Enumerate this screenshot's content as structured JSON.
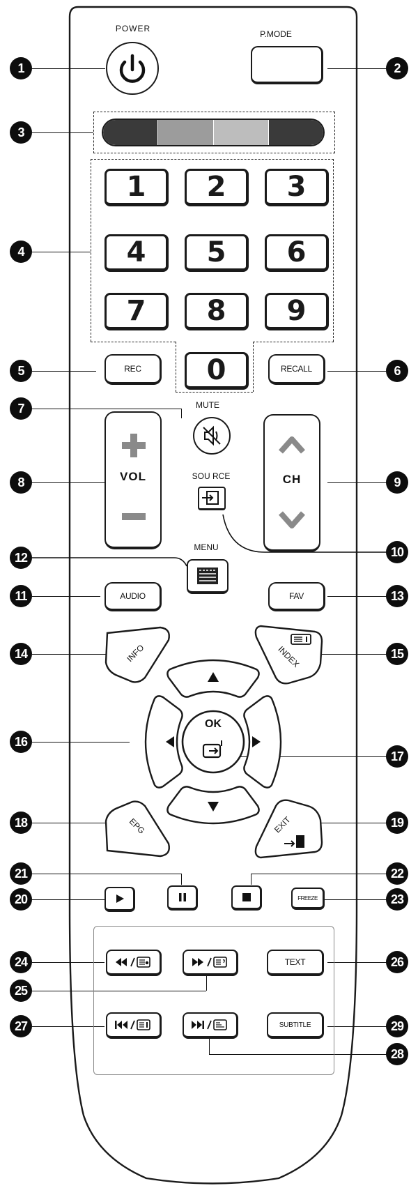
{
  "labels": {
    "power": "POWER",
    "pmode": "P.MODE",
    "rec": "REC",
    "recall": "RECALL",
    "mute": "MUTE",
    "vol": "VOL",
    "ch": "CH",
    "source": "SOU RCE",
    "menu": "MENU",
    "audio": "AUDIO",
    "fav": "FAV",
    "info": "INFO",
    "index": "INDEX",
    "ok": "OK",
    "epg": "EPG",
    "exit": "EXIT",
    "freeze": "FREEZE",
    "text": "TEXT",
    "subtitle": "SUBTITLE"
  },
  "digits": [
    "1",
    "2",
    "3",
    "4",
    "5",
    "6",
    "7",
    "8",
    "9",
    "0"
  ],
  "callouts": [
    "1",
    "2",
    "3",
    "4",
    "5",
    "6",
    "7",
    "8",
    "9",
    "10",
    "11",
    "12",
    "13",
    "14",
    "15",
    "16",
    "17",
    "18",
    "19",
    "20",
    "21",
    "22",
    "23",
    "24",
    "25",
    "26",
    "27",
    "28",
    "29"
  ],
  "color_keys": [
    "#3a3a3a",
    "#9c9c9c",
    "#bdbdbd",
    "#3a3a3a"
  ]
}
